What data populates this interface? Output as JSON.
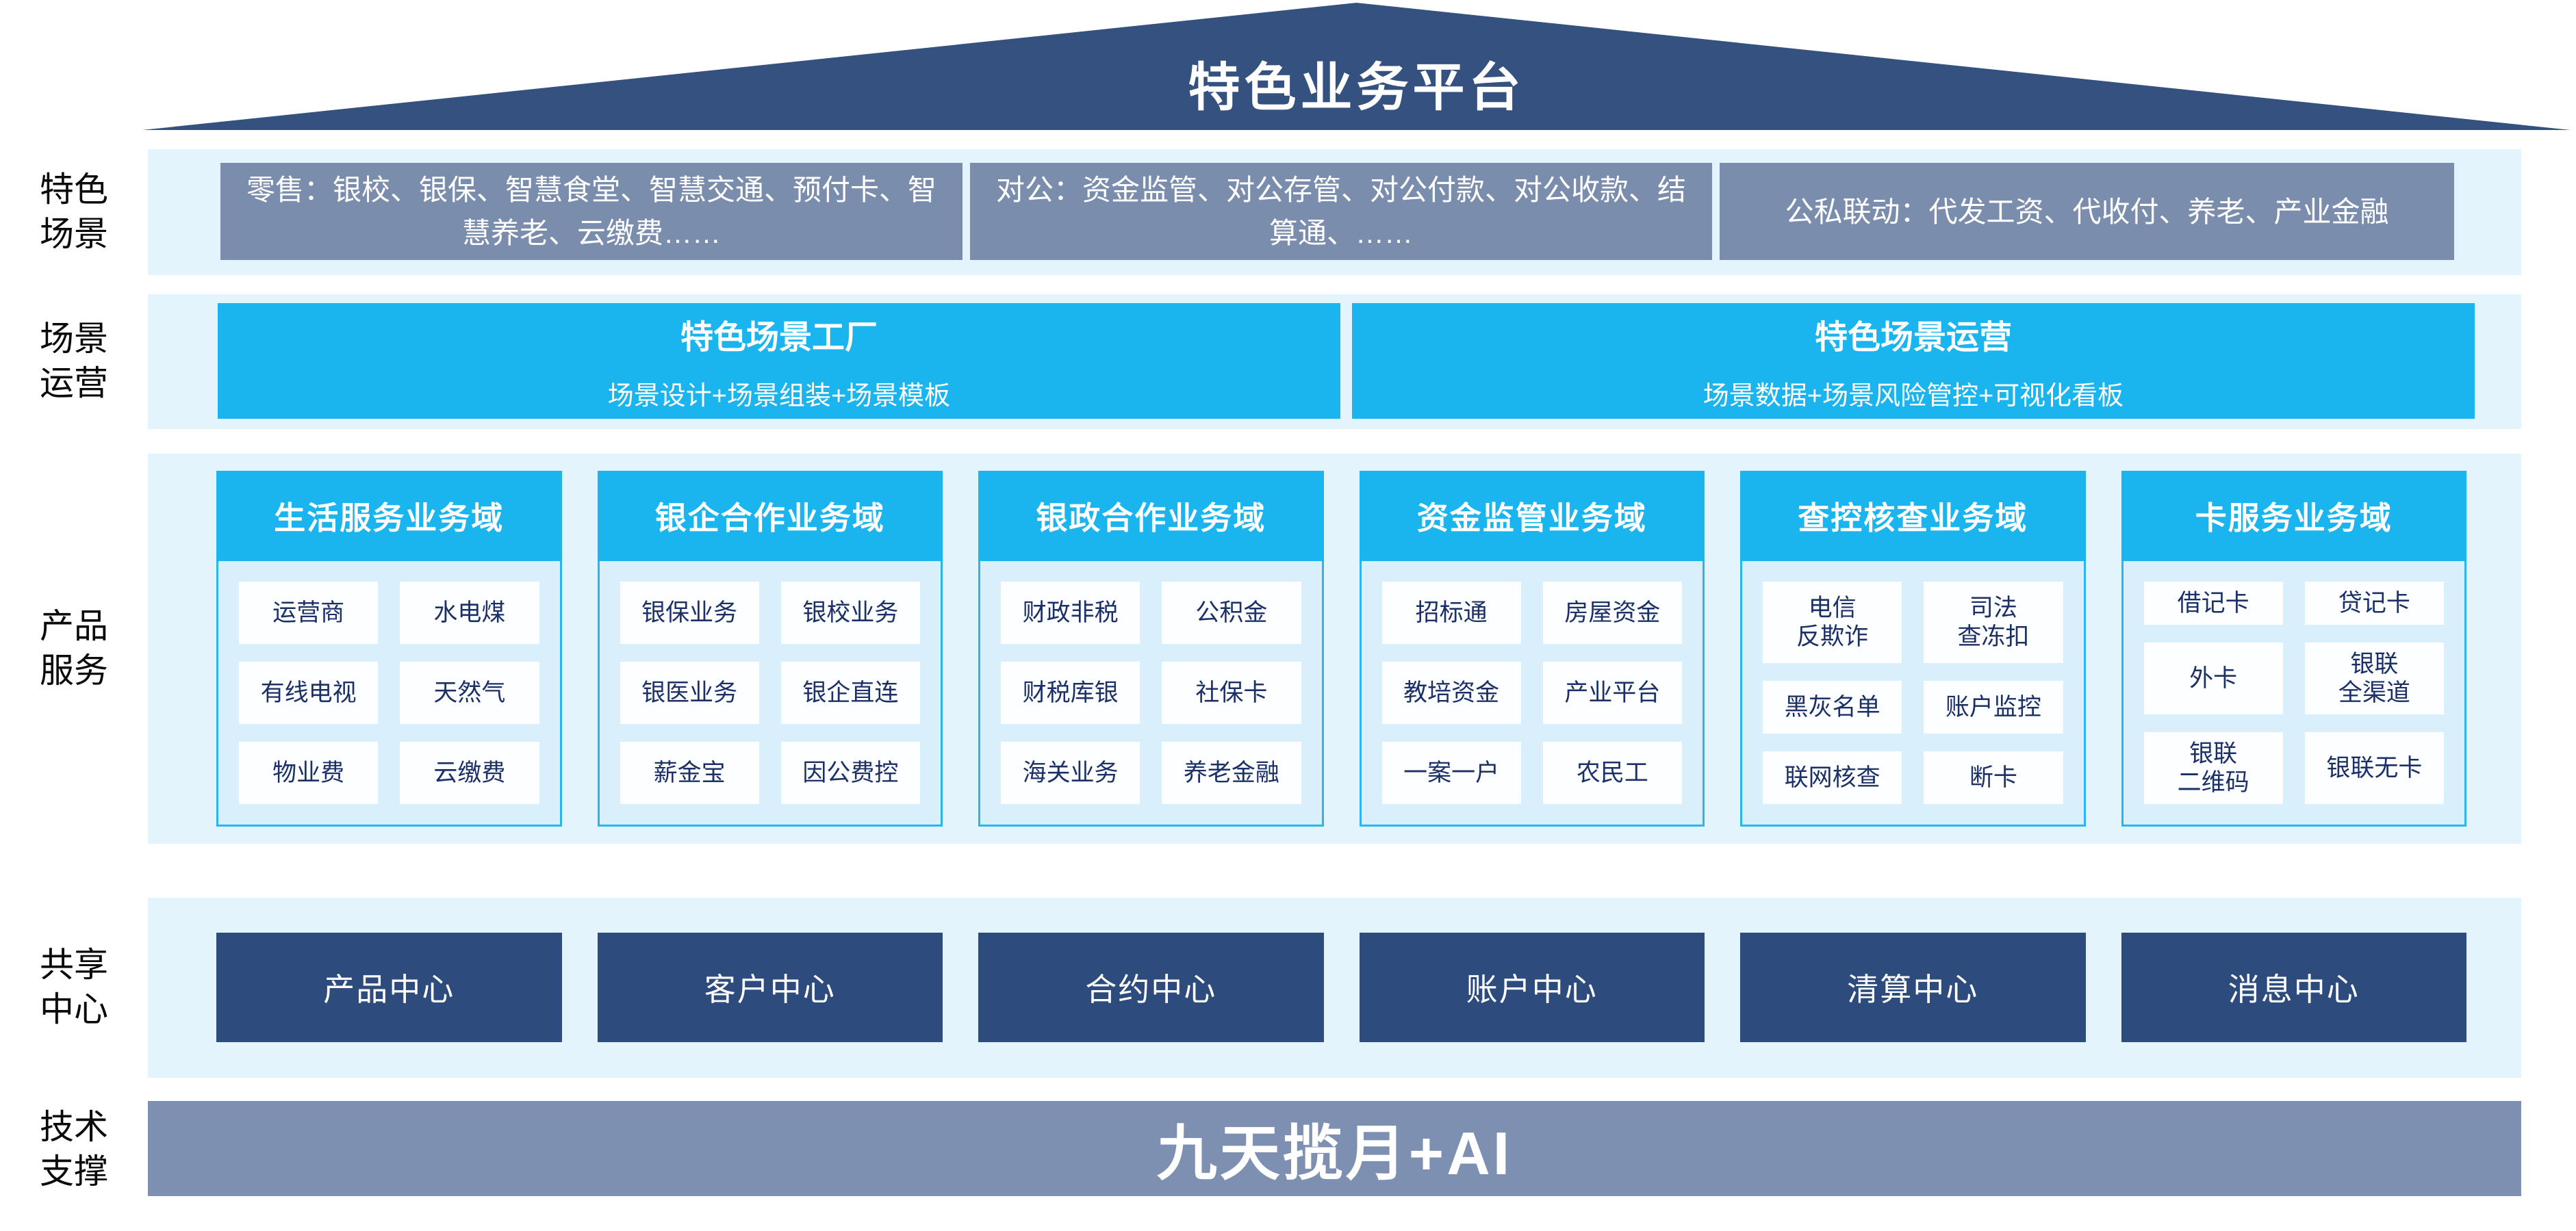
{
  "roof": {
    "title": "特色业务平台"
  },
  "side_labels": {
    "scene": "特色\n场景",
    "operation": "场景\n运营",
    "product": "产品\n服务",
    "shared": "共享\n中心",
    "tech": "技术\n支撑"
  },
  "scene_row": {
    "boxes": [
      "零售：银校、银保、智慧食堂、智慧交通、预付卡、智慧养老、云缴费……",
      "对公：资金监管、对公存管、对公付款、对公收款、结算通、……",
      "公私联动：代发工资、代收付、养老、产业金融"
    ]
  },
  "operation_row": {
    "boxes": [
      {
        "title": "特色场景工厂",
        "subtitle": "场景设计+场景组装+场景模板"
      },
      {
        "title": "特色场景运营",
        "subtitle": "场景数据+场景风险管控+可视化看板"
      }
    ]
  },
  "product_row": {
    "columns": [
      {
        "header": "生活服务业务域",
        "cells": [
          "运营商",
          "水电煤",
          "有线电视",
          "天然气",
          "物业费",
          "云缴费"
        ]
      },
      {
        "header": "银企合作业务域",
        "cells": [
          "银保业务",
          "银校业务",
          "银医业务",
          "银企直连",
          "薪金宝",
          "因公费控"
        ]
      },
      {
        "header": "银政合作业务域",
        "cells": [
          "财政非税",
          "公积金",
          "财税库银",
          "社保卡",
          "海关业务",
          "养老金融"
        ]
      },
      {
        "header": "资金监管业务域",
        "cells": [
          "招标通",
          "房屋资金",
          "教培资金",
          "产业平台",
          "一案一户",
          "农民工"
        ]
      },
      {
        "header": "查控核查业务域",
        "cells": [
          "电信\n反欺诈",
          "司法\n查冻扣",
          "黑灰名单",
          "账户监控",
          "联网核查",
          "断卡"
        ]
      },
      {
        "header": "卡服务业务域",
        "cells": [
          "借记卡",
          "贷记卡",
          "外卡",
          "银联\n全渠道",
          "银联\n二维码",
          "银联无卡"
        ]
      }
    ]
  },
  "shared_row": {
    "boxes": [
      "产品中心",
      "客户中心",
      "合约中心",
      "账户中心",
      "清算中心",
      "消息中心"
    ]
  },
  "tech_row": {
    "bar": "九天揽月+AI"
  },
  "colors": {
    "roof_navy": "#35517f",
    "center_navy": "#2d4b7d",
    "slate_box": "#7b8dac",
    "slate_bar": "#7e90b1",
    "cyan": "#1ab4ef",
    "band_bg": "#e3f4fd",
    "column_bg": "#d9effb",
    "column_border": "#2ab6ec",
    "cell_bg": "#fcfeff",
    "cell_text": "#1c3068"
  }
}
